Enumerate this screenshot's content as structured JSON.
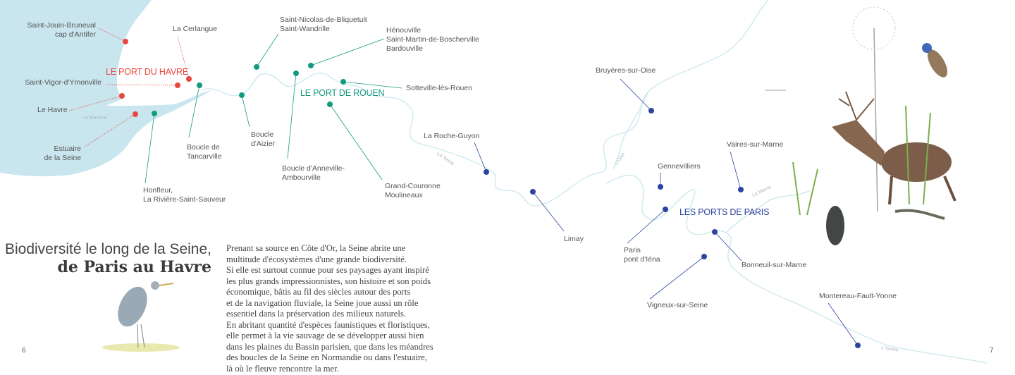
{
  "ports": {
    "havre": {
      "label": "LE PORT DU HAVRE",
      "color": "#e8473e"
    },
    "rouen": {
      "label": "LE PORT DE ROUEN",
      "color": "#149a7e"
    },
    "paris": {
      "label": "LES PORTS DE PARIS",
      "color": "#2c43a0"
    }
  },
  "places": {
    "saint_jouin": [
      "Saint-Jouin-Bruneval",
      "cap d'Antifer"
    ],
    "la_cerlangue": "La Cerlangue",
    "saint_vigor": "Saint-Vigor-d'Ymonville",
    "le_havre": "Le Havre",
    "estuaire": [
      "Estuaire",
      "de la Seine"
    ],
    "honfleur": [
      "Honfleur,",
      "La Rivière-Saint-Sauveur"
    ],
    "tancarville": [
      "Boucle de",
      "Tancarville"
    ],
    "aizier": [
      "Boucle",
      "d'Aizier"
    ],
    "bliquetuit": [
      "Saint-Nicolas-de-Bliquetuit",
      "Saint-Wandrille"
    ],
    "anneville": [
      "Boucle d'Anneville-",
      "Ambourville"
    ],
    "henouville": [
      "Hénouville",
      "Saint-Martin-de-Boscherville",
      "Bardouville"
    ],
    "sotteville": "Sotteville-lès-Rouen",
    "grand_couronne": [
      "Grand-Couronne",
      "Moulineaux"
    ],
    "bruyeres": "Bruyères-sur-Oise",
    "roche_guyon": "La Roche-Guyon",
    "limay": "Limay",
    "gennevilliers": "Gennevilliers",
    "vaires": "Vaires-sur-Marne",
    "paris_iena": [
      "Paris",
      "pont d'Iéna"
    ],
    "bonneuil": "Bonneuil-sur-Marne",
    "vigneux": "Vigneux-sur-Seine",
    "montereau": "Montereau-Fault-Yonne"
  },
  "water_labels": {
    "manche": "La Manche",
    "seine": "La Seine",
    "oise": "L'Oise",
    "marne": "La Marne",
    "yonne": "L'Yonne"
  },
  "heading": {
    "line1": "Biodiversité le long de la Seine,",
    "line2": "de Paris au Havre"
  },
  "body_lines": [
    "Prenant sa source en Côte d'Or, la Seine abrite une",
    "multitude d'écosystèmes d'une grande biodiversité.",
    "Si elle est surtout connue pour ses paysages ayant inspiré",
    "les plus grands impressionnistes, son histoire et son poids",
    "économique, bâtis au fil des siècles autour des ports",
    "et de la navigation fluviale, la Seine joue aussi un rôle",
    "essentiel dans la préservation des milieux naturels.",
    "En abritant quantité d'espèces faunistiques et floristiques,",
    "elle permet à la vie sauvage de se développer aussi bien",
    "dans les plaines du Bassin parisien, que dans les méandres",
    "des boucles de la Seine en Normandie ou dans l'estuaire,",
    "là où le fleuve rencontre la mer."
  ],
  "page_numbers": {
    "left": "6",
    "right": "7"
  }
}
